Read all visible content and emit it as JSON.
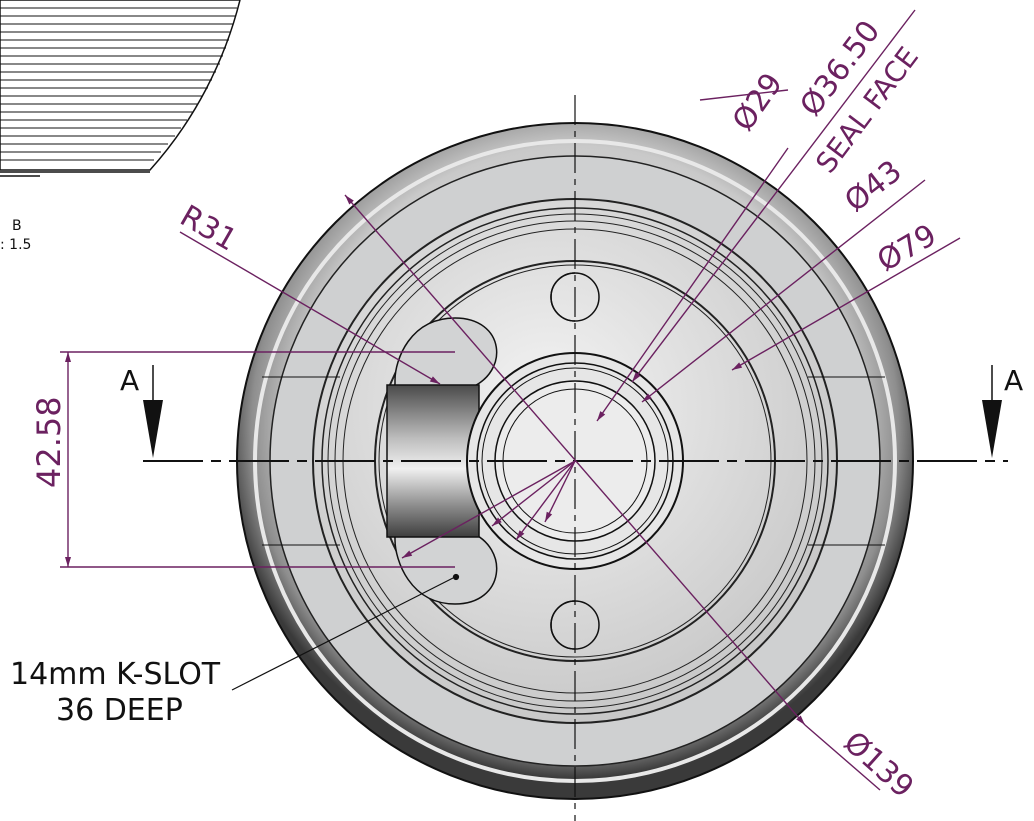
{
  "detail_view": {
    "label": "B",
    "scale": ": 1.5"
  },
  "section": {
    "left_label": "A",
    "right_label": "A"
  },
  "dimensions": {
    "radius": "R31",
    "dia_29": "Ø29",
    "dia_36_50": "Ø36.50",
    "seal_face": "SEAL FACE",
    "dia_43": "Ø43",
    "dia_79": "Ø79",
    "dia_139": "Ø139",
    "height_42_58": "42.58"
  },
  "notes": {
    "kslot_line1": "14mm K-SLOT",
    "kslot_line2": "36 DEEP"
  },
  "colors": {
    "dimension": "#6b2160",
    "line": "#111111",
    "part_face": "#d9dadb"
  }
}
